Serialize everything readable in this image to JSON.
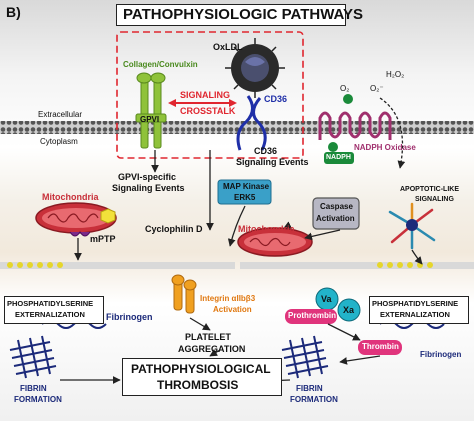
{
  "panel_label": "B)",
  "title": "PATHOPHYSIOLOGIC PATHWAYS",
  "labels": {
    "oxldl": "OxLDL",
    "collagen": "Collagen/Convulxin",
    "signaling_crosstalk_1": "SIGNALING",
    "signaling_crosstalk_2": "CROSSTALK",
    "cd36_receptor": "CD36",
    "gpvi": "GPVI",
    "extracellular": "Extracellular",
    "cytoplasm": "Cytoplasm",
    "h2o2": "H₂O₂",
    "o2_minus": "O₂⁻",
    "o2": "O₂",
    "nadph_oxidase": "NADPH Oxidase",
    "nadph": "NADPH",
    "cd36_events_1": "CD36",
    "cd36_events_2": "Signaling Events",
    "gpvi_events_1": "GPVI-specific",
    "gpvi_events_2": "Signaling Events",
    "map_kinase_1": "MAP Kinase",
    "map_kinase_2": "ERK5",
    "apoptotic_1": "APOPTOTIC-LIKE",
    "apoptotic_2": "SIGNALING",
    "mitochondria_left": "Mitochondria",
    "mptp": "mPTP",
    "cyclophilin": "Cyclophilin D",
    "caspase_1": "Caspase",
    "caspase_2": "Activation",
    "mitochondria_right": "Mitochondria",
    "ps_left_1": "PHOSPHATIDYLSERINE",
    "ps_left_2": "EXTERNALIZATION",
    "ps_right_1": "PHOSPHATIDYLSERINE",
    "ps_right_2": "EXTERNALIZATION",
    "fibrinogen_left": "Fibrinogen",
    "integrin_1": "Integrin αIIbβ3",
    "integrin_2": "Activation",
    "va": "Va",
    "xa": "Xa",
    "prothrombin": "Prothrombin",
    "thrombin": "Thrombin",
    "fibrinogen_right": "Fibrinogen",
    "platelet_1": "PLATELET",
    "platelet_2": "AGGREGATION",
    "fibrin_left_1": "FIBRIN",
    "fibrin_left_2": "FORMATION",
    "fibrin_right_1": "FIBRIN",
    "fibrin_right_2": "FORMATION",
    "thrombosis_1": "PATHOPHYSIOLOGICAL",
    "thrombosis_2": "THROMBOSIS"
  },
  "colors": {
    "membrane": "#7a7a7a",
    "gpvi_green": "#8fc23a",
    "cd36_blue": "#1f2fa8",
    "crosstalk_red": "#e0262f",
    "nadph_purple": "#a0306e",
    "mito_red": "#c8303a",
    "integrin_orange": "#f0a020",
    "va_xa_teal": "#22b3c9",
    "thrombin_pink": "#e0347c",
    "fibrin_navy": "#1c2a7a",
    "map_kinase_blue": "#3aa0c8"
  }
}
